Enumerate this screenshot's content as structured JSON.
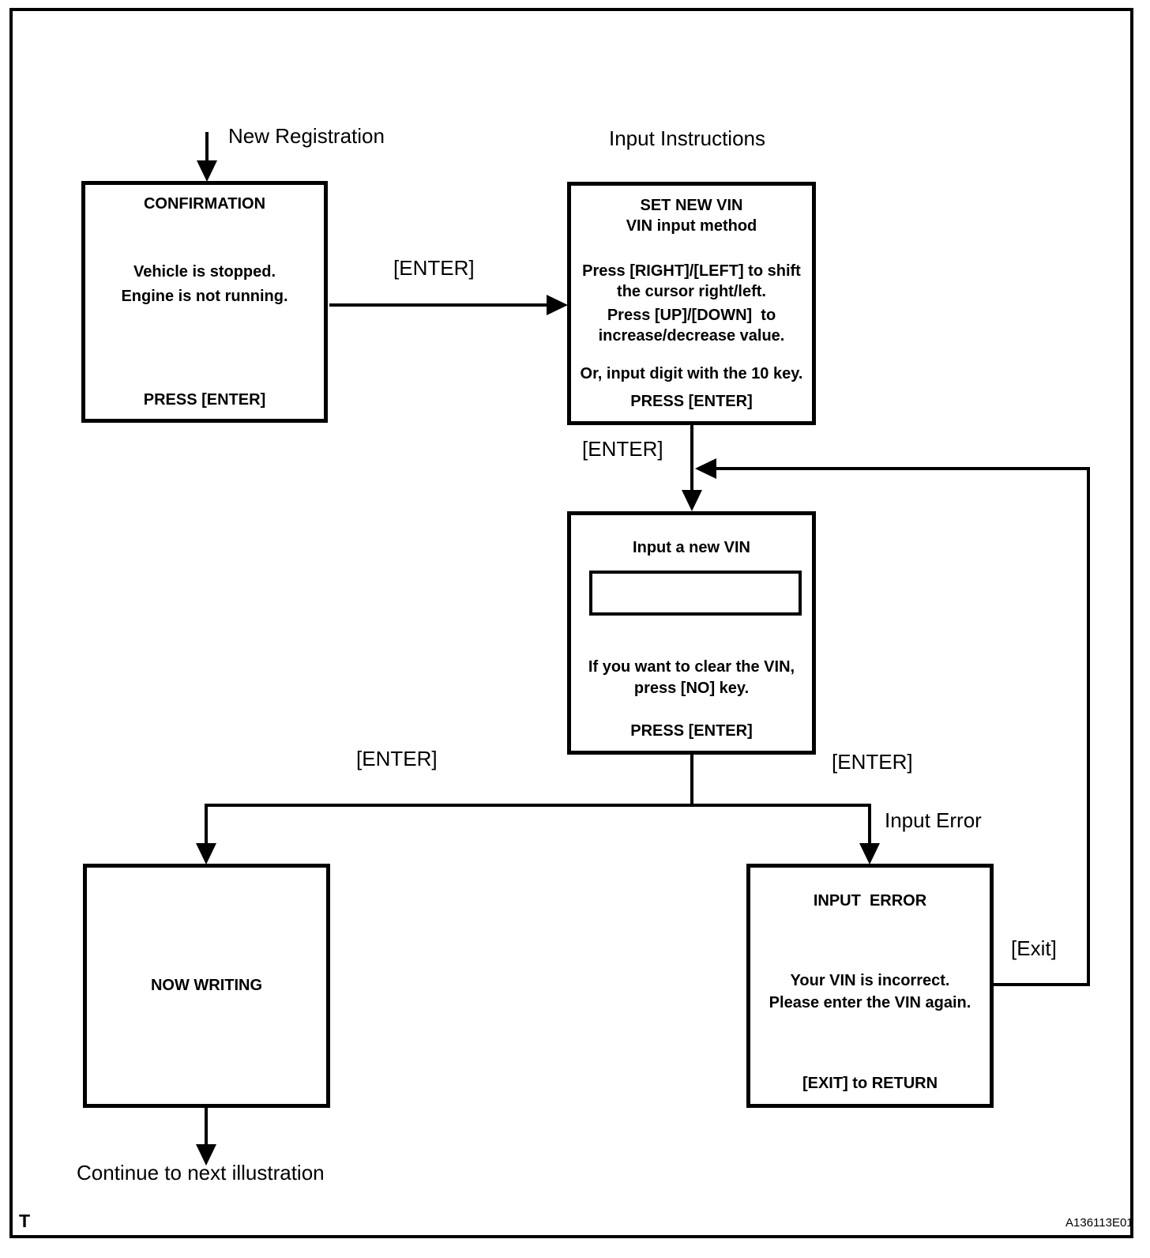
{
  "figure": {
    "page_marker": "T",
    "figure_code": "A136113E01"
  },
  "flow_labels": {
    "new_registration": "New Registration",
    "input_instructions": "Input Instructions",
    "enter_confirm_to_setvin": "[ENTER]",
    "enter_setvin_to_input": "[ENTER]",
    "enter_to_writing": "[ENTER]",
    "enter_to_error": "[ENTER]",
    "input_error": "Input Error",
    "exit": "[Exit]",
    "continue_next": "Continue to next illustration"
  },
  "screens": {
    "confirmation": {
      "title": "CONFIRMATION",
      "line1": "Vehicle is stopped.",
      "line2": "Engine is not running.",
      "footer": "PRESS [ENTER]"
    },
    "set_new_vin": {
      "title1": "SET NEW VIN",
      "title2": "VIN input method",
      "line1": "Press [RIGHT]/[LEFT] to shift",
      "line2": "the cursor right/left.",
      "line3": "Press [UP]/[DOWN]  to",
      "line4": "increase/decrease value.",
      "note": "Or, input digit with the 10 key.",
      "footer": "PRESS [ENTER]"
    },
    "input_new_vin": {
      "title": "Input a new VIN",
      "vin_value": "",
      "line1": "If you want to clear the VIN,",
      "line2": "press [NO] key.",
      "footer": "PRESS [ENTER]"
    },
    "now_writing": {
      "title": "NOW WRITING"
    },
    "input_error": {
      "title": "INPUT  ERROR",
      "line1": "Your VIN is incorrect.",
      "line2": "Please enter the VIN again.",
      "footer": "[EXIT] to RETURN"
    }
  }
}
